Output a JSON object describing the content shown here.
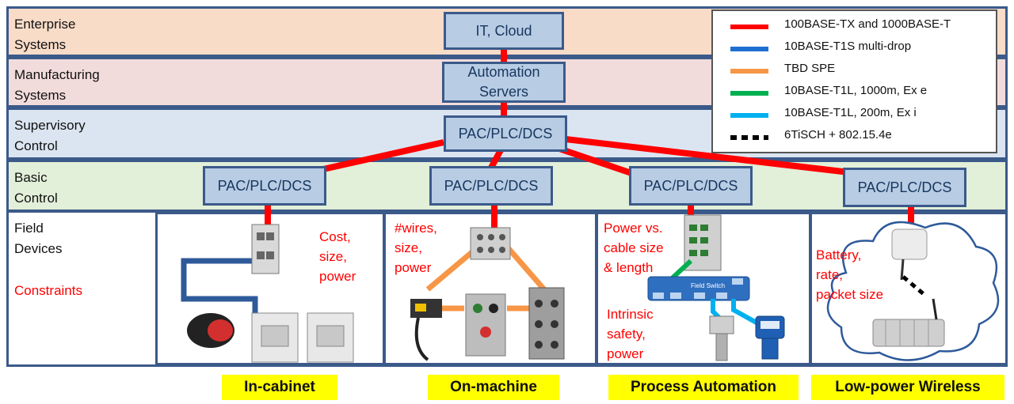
{
  "layers": [
    {
      "label": "Enterprise\nSystems",
      "color": "#f8dcc8"
    },
    {
      "label": "Manufacturing\nSystems",
      "color": "#f2dcdb"
    },
    {
      "label": "Supervisory\nControl",
      "color": "#dbe5f1"
    },
    {
      "label": "Basic\nControl",
      "color": "#e2efd9"
    },
    {
      "label": "Field\nDevices"
    }
  ],
  "constraints_label": "Constraints",
  "nodes": {
    "it_cloud": "IT, Cloud",
    "automation_servers": "Automation\nServers",
    "supervisory_plc": "PAC/PLC/DCS",
    "basic_plc_1": "PAC/PLC/DCS",
    "basic_plc_2": "PAC/PLC/DCS",
    "basic_plc_3": "PAC/PLC/DCS",
    "basic_plc_4": "PAC/PLC/DCS"
  },
  "constraints": {
    "in_cabinet": "Cost,\nsize,\npower",
    "on_machine": "#wires,\nsize,\npower",
    "process_a": "Power vs.\ncable size\n& length",
    "process_b": "Intrinsic\nsafety,\npower",
    "wireless": "Battery,\nrate,\npacket size"
  },
  "device_labels": {
    "field_switch": "Field Switch"
  },
  "legend": [
    {
      "label": "100BASE-TX and 1000BASE-T",
      "color": "#ff0000",
      "style": "solid"
    },
    {
      "label": "10BASE-T1S multi-drop",
      "color": "#1f6fd1",
      "style": "solid"
    },
    {
      "label": "TBD SPE",
      "color": "#f79646",
      "style": "solid"
    },
    {
      "label": "10BASE-T1L, 1000m, Ex e",
      "color": "#00b050",
      "style": "solid"
    },
    {
      "label": "10BASE-T1L, 200m, Ex i",
      "color": "#00b0f0",
      "style": "solid"
    },
    {
      "label": "6TiSCH + 802.15.4e",
      "color": "#000000",
      "style": "dashed"
    }
  ],
  "captions": [
    "In-cabinet",
    "On-machine",
    "Process Automation",
    "Low-power Wireless"
  ]
}
